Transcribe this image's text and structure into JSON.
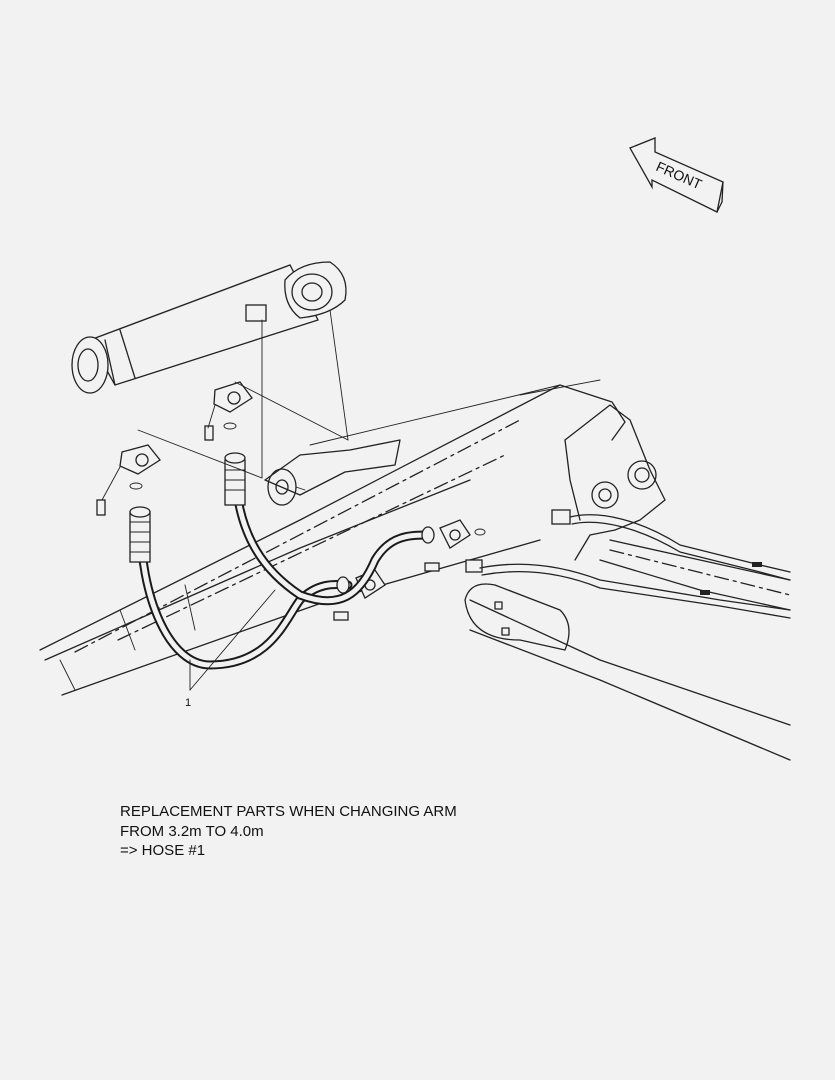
{
  "diagram": {
    "front_arrow_label": "FRONT",
    "callout_number": "1"
  },
  "note": {
    "line1": "REPLACEMENT PARTS WHEN CHANGING ARM",
    "line2": "FROM 3.2m TO 4.0m",
    "line3": "=> HOSE #1"
  }
}
